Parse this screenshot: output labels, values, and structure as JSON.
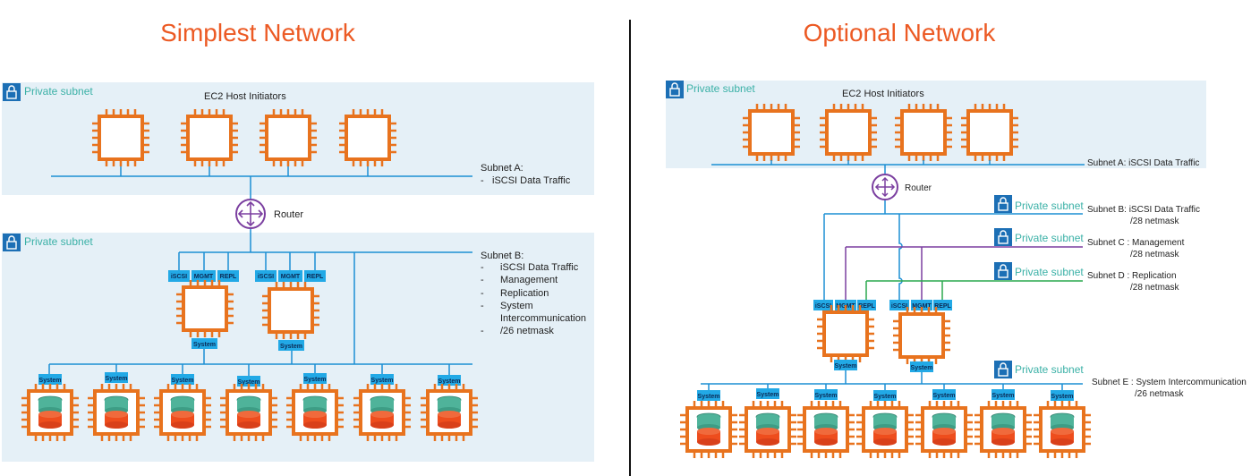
{
  "left": {
    "title": "Simplest Network",
    "private_subnet": "Private subnet",
    "ec2_label": "EC2 Host Initiators",
    "router": "Router",
    "subnet_a": [
      "Subnet A:",
      "-",
      "iSCSI Data Traffic"
    ],
    "subnet_b_title": "Subnet B:",
    "subnet_b_items": [
      "iSCSI Data Traffic",
      "Management",
      "Replication",
      "System",
      "Intercommunication",
      "/26 netmask"
    ],
    "bullet": "-"
  },
  "right": {
    "title": "Optional Network",
    "private_subnet": "Private subnet",
    "ec2_label": "EC2 Host Initiators",
    "router": "Router",
    "subnet_a": "Subnet A: iSCSI Data Traffic",
    "subnet_b": [
      "Subnet B: iSCSI Data Traffic",
      "/28 netmask"
    ],
    "subnet_c": [
      "Subnet C : Management",
      "/28 netmask"
    ],
    "subnet_d": [
      "Subnet D : Replication",
      "/28 netmask"
    ],
    "subnet_e": [
      "Subnet E : System Intercommunication",
      "/26 netmask"
    ]
  },
  "tags": {
    "iscsi": "iSCSI",
    "mgmt": "MGMT",
    "repl": "REPL",
    "system": "System"
  },
  "colors": {
    "title": "#ec5a24",
    "chip": "#e8731e",
    "line_blue": "#1c8fd4",
    "line_purple": "#7b3fa0",
    "line_green": "#2aa94e",
    "subnet_bg": "#e5f0f7",
    "subnet_text": "#3bb1a7",
    "tag_bg": "#22a9e6",
    "router": "#7b3fa0"
  }
}
